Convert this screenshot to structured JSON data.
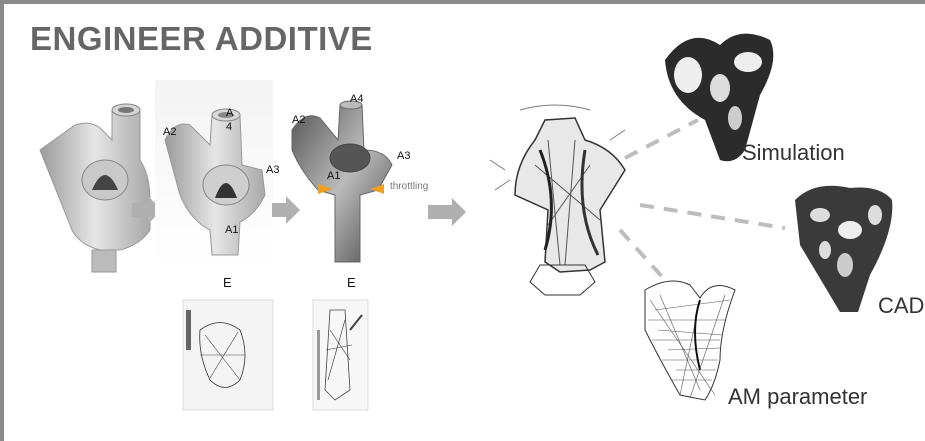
{
  "title": "ENGINEER ADDITIVE",
  "stage2": {
    "a2": "A2",
    "a4_line1": "A",
    "a4_line2": "4",
    "a3": "A3",
    "a1": "A1",
    "caption": "E"
  },
  "stage3": {
    "a4": "A4",
    "a2": "A2",
    "a3": "A3",
    "a1": "A1",
    "throttling": "throttling",
    "caption": "E"
  },
  "outputs": {
    "simulation": "Simulation",
    "cad": "CAD",
    "am_parameter": "AM parameter"
  },
  "colors": {
    "arrow": "#b0b0b0",
    "accent": "#f0a020",
    "frame": "#8a8a8a",
    "title": "#666666"
  }
}
